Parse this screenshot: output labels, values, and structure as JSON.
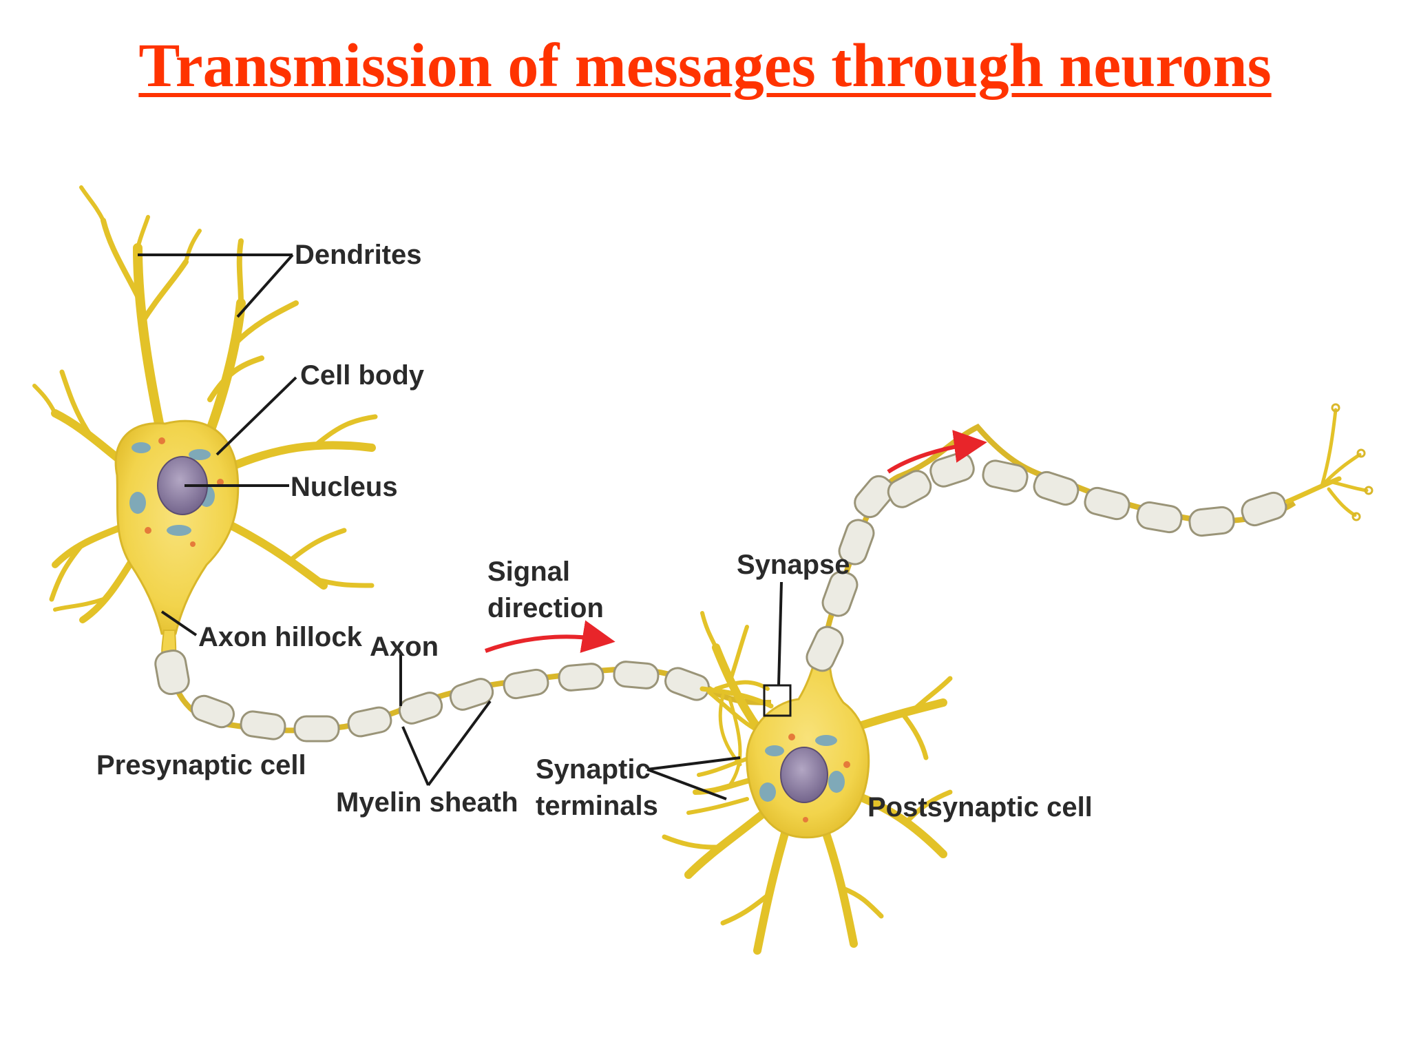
{
  "title": "Transmission of messages through neurons",
  "colors": {
    "title": "#ff3300",
    "cell": "#f2d44c",
    "cell_edge": "#d9b72a",
    "nucleus": "#8f7fa3",
    "myelin": "#ecebe3",
    "arrow": "#e8252a",
    "label": "#2a2a2a"
  },
  "labels": {
    "dendrites": "Dendrites",
    "cell_body": "Cell body",
    "nucleus": "Nucleus",
    "axon_hillock": "Axon hillock",
    "axon": "Axon",
    "signal_line1": "Signal",
    "signal_line2": "direction",
    "synapse": "Synapse",
    "presynaptic": "Presynaptic cell",
    "myelin": "Myelin sheath",
    "synaptic_line1": "Synaptic",
    "synaptic_line2": "terminals",
    "postsynaptic": "Postsynaptic cell"
  }
}
